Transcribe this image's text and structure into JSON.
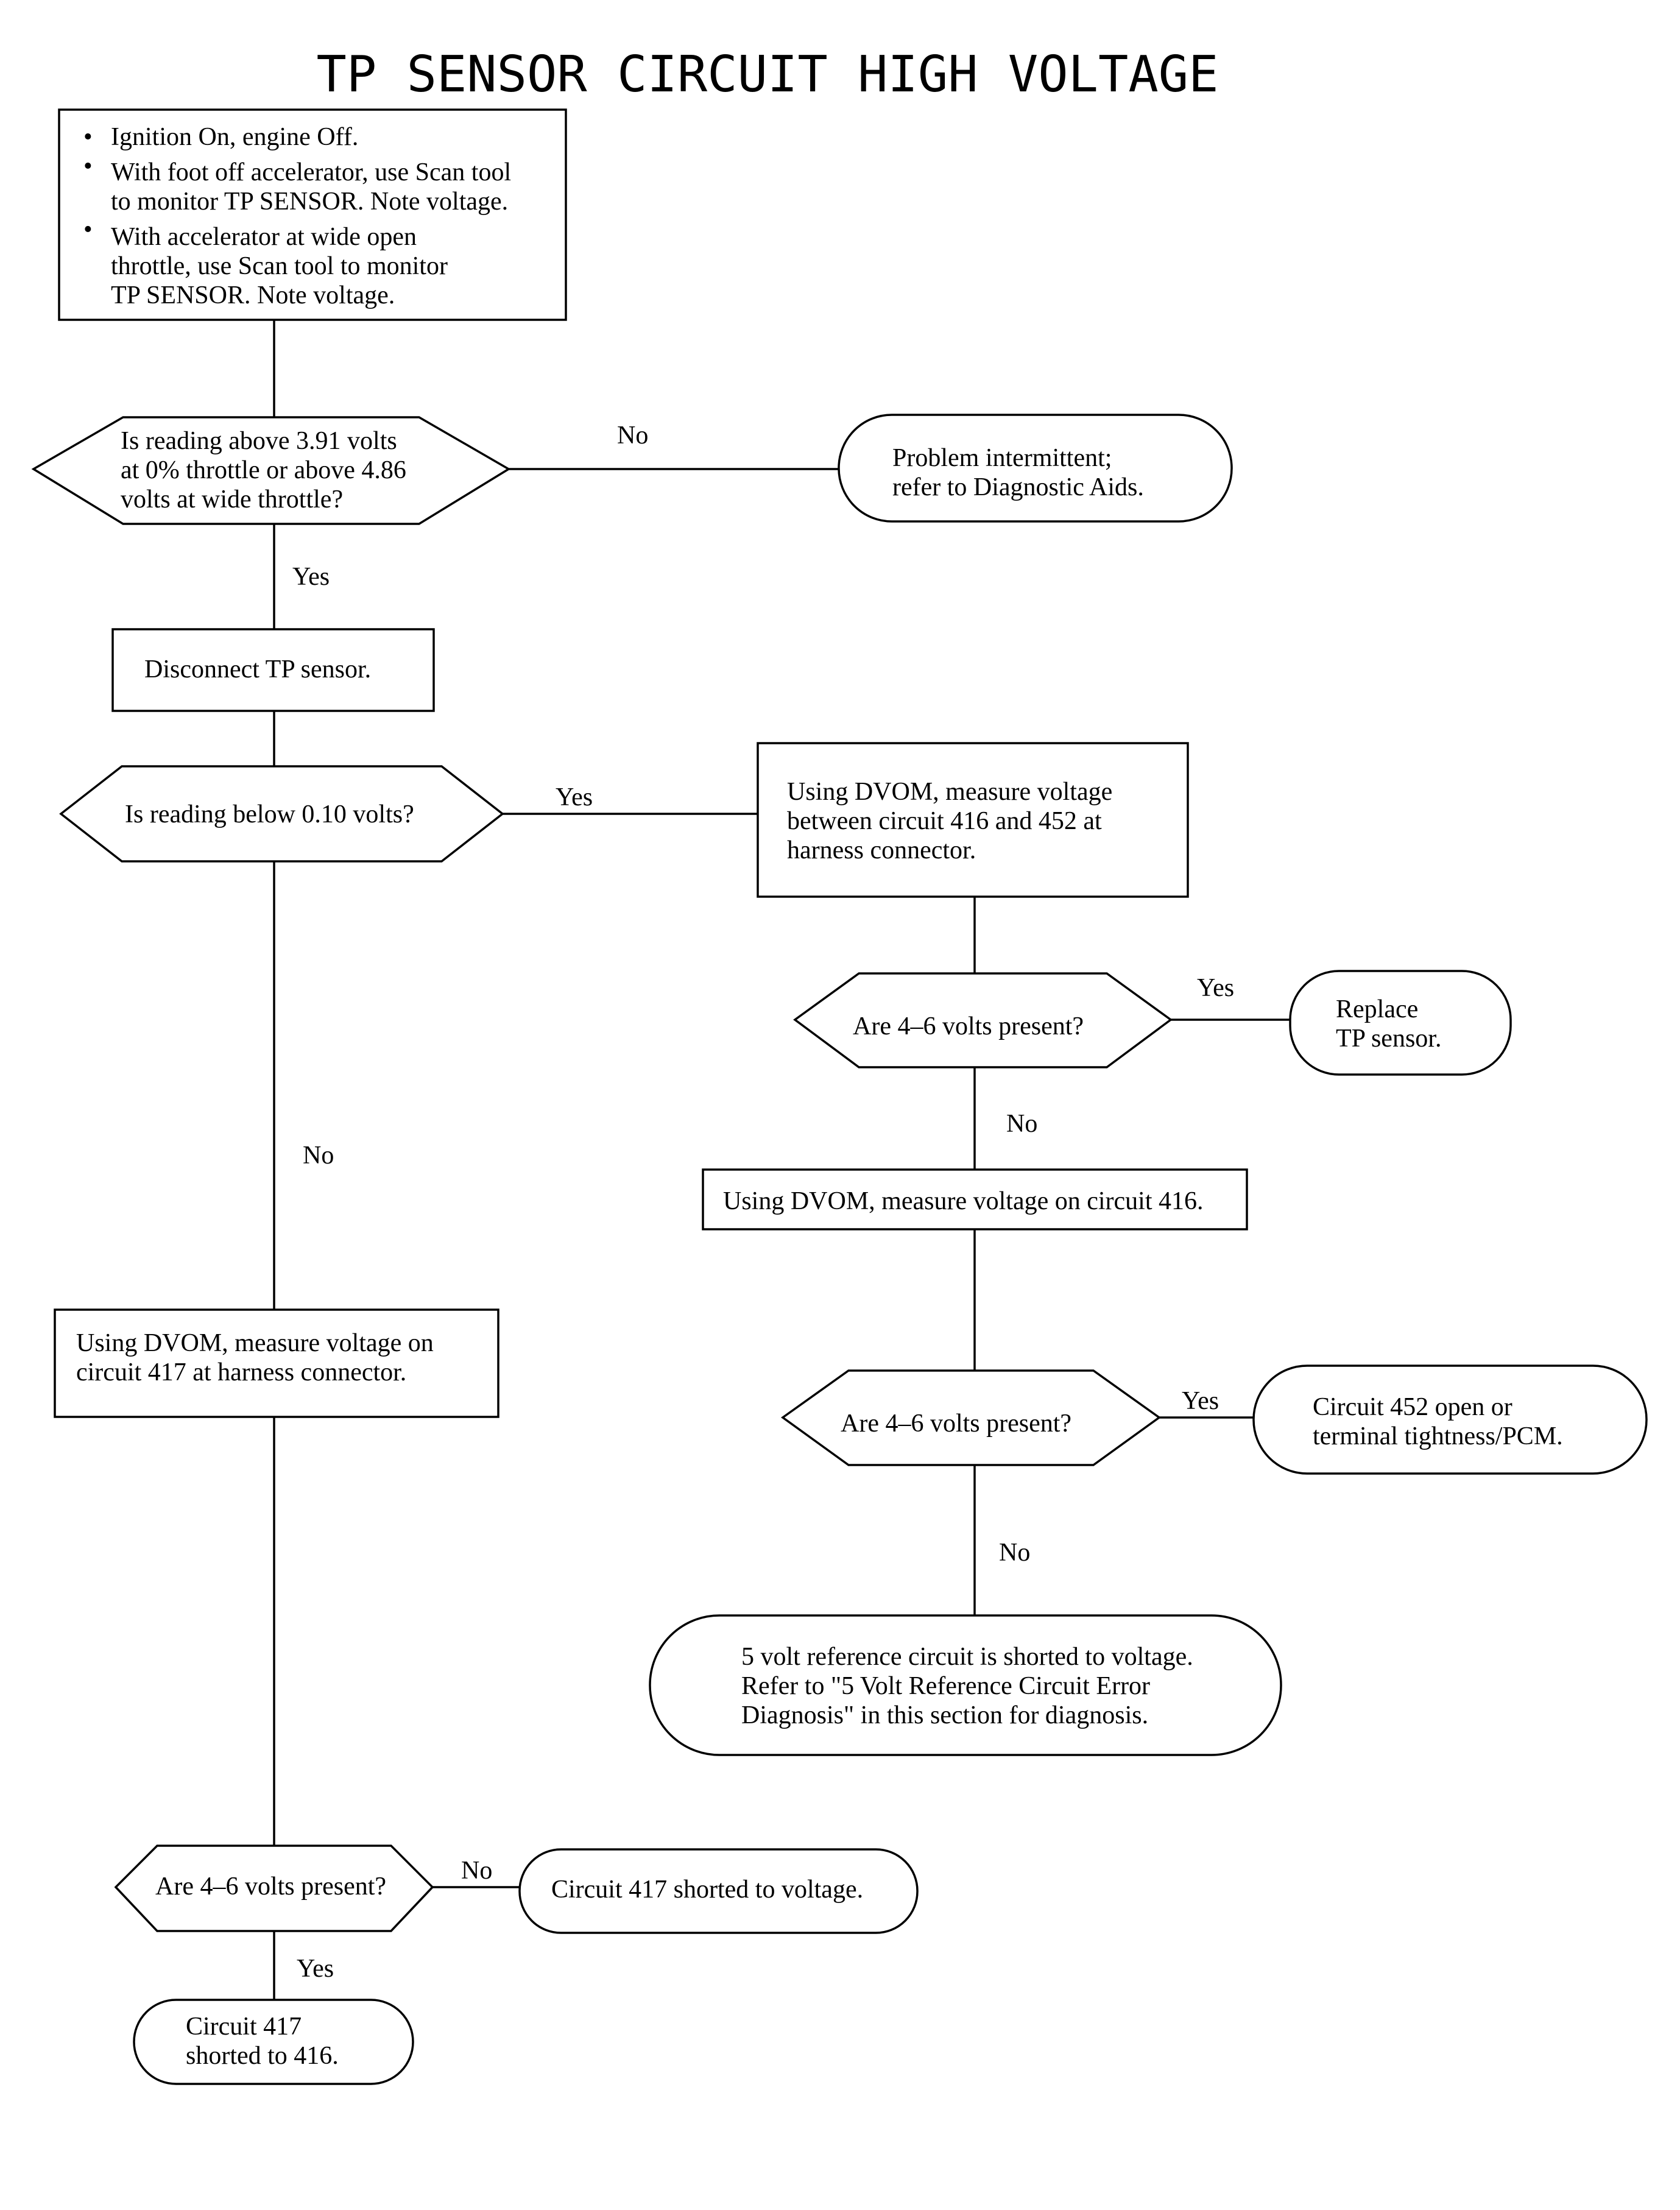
{
  "title": "TP SENSOR CIRCUIT HIGH VOLTAGE",
  "steps": {
    "start": {
      "bullets": [
        [
          "Ignition On, engine Off."
        ],
        [
          "With foot off accelerator, use Scan tool",
          "to monitor TP SENSOR. Note voltage."
        ],
        [
          "With accelerator at wide open",
          "throttle, use Scan tool to monitor",
          "TP SENSOR. Note voltage."
        ]
      ]
    },
    "q1": [
      "Is reading above 3.91 volts",
      "at 0% throttle or above 4.86",
      "volts at wide throttle?"
    ],
    "intermittent": [
      "Problem intermittent;",
      "refer to Diagnostic Aids."
    ],
    "disconnect": [
      "Disconnect TP sensor."
    ],
    "q2": [
      "Is reading below 0.10 volts?"
    ],
    "measure_416_452": [
      "Using DVOM, measure voltage",
      "between circuit 416 and 452 at",
      "harness connector."
    ],
    "q3": [
      "Are 4–6 volts present?"
    ],
    "replace": [
      "Replace",
      "TP sensor."
    ],
    "measure_416": [
      "Using DVOM, measure voltage on circuit 416."
    ],
    "q4": [
      "Are 4–6 volts present?"
    ],
    "circuit452": [
      "Circuit 452 open or",
      "terminal tightness/PCM."
    ],
    "ref_short": [
      "5 volt reference circuit is shorted to voltage.",
      "Refer to \"5 Volt Reference Circuit Error",
      "Diagnosis\" in this section for diagnosis."
    ],
    "measure_417": [
      "Using DVOM, measure voltage on",
      "circuit 417 at harness connector."
    ],
    "q5": [
      "Are 4–6 volts present?"
    ],
    "c417_voltage": [
      "Circuit 417 shorted to voltage."
    ],
    "c417_416": [
      "Circuit 417",
      "shorted to 416."
    ]
  },
  "labels": {
    "q1_no": "No",
    "q1_yes": "Yes",
    "q2_yes": "Yes",
    "q2_no": "No",
    "q3_yes": "Yes",
    "q3_no": "No",
    "q4_yes": "Yes",
    "q4_no": "No",
    "q5_no": "No",
    "q5_yes": "Yes"
  }
}
